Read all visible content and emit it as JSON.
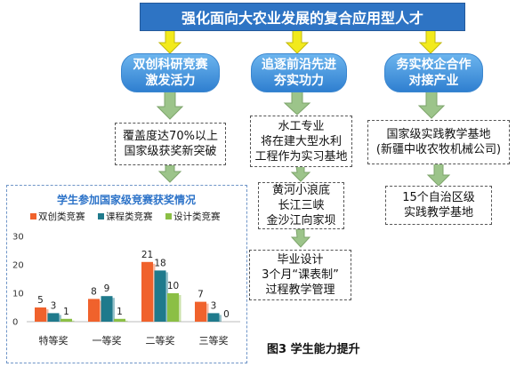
{
  "title": "强化面向大农业发展的复合应用型人才",
  "pillars": [
    {
      "line1": "双创科研竞赛",
      "line2": "激发活力"
    },
    {
      "line1": "追逐前沿先进",
      "line2": "夯实功力"
    },
    {
      "line1": "务实校企合作",
      "line2": "对接产业"
    }
  ],
  "left_box": {
    "line1": "覆盖度达70%以上",
    "line2": "国家级获奖新突破"
  },
  "middle_box1": {
    "line1": "水工专业",
    "line2": "将在建大型水利",
    "line3": "工程作为实习基地"
  },
  "middle_box2": {
    "line1": "黄河小浪底",
    "line2": "长江三峡",
    "line3": "金沙江向家坝"
  },
  "middle_box3": {
    "line1": "毕业设计",
    "line2": "3个月“课表制”",
    "line3": "过程教学管理"
  },
  "right_box1": {
    "line1": "国家级实践教学基地",
    "line2": "(新疆中收农牧机械公司)"
  },
  "right_box2": {
    "line1": "15个自治区级",
    "line2": "实践教学基地"
  },
  "caption": "图3 学生能力提升",
  "colors": {
    "banner": "#2e74c4",
    "pill_top": "#6cb5ee",
    "pill_bottom": "#2f7fd0",
    "arrow_yellow": "#f2ea1c",
    "arrow_green": "#9cc48a",
    "series": [
      "#f0622c",
      "#1f7a8c",
      "#8bbf45"
    ]
  },
  "chart_data": {
    "type": "bar",
    "title": "学生参加国家级竞赛获奖情况",
    "categories": [
      "特等奖",
      "一等奖",
      "二等奖",
      "三等奖"
    ],
    "series": [
      {
        "name": "双创类竞赛",
        "values": [
          5,
          8,
          21,
          7
        ]
      },
      {
        "name": "课程类竞赛",
        "values": [
          3,
          9,
          18,
          3
        ]
      },
      {
        "name": "设计类竞赛",
        "values": [
          1,
          1,
          10,
          0
        ]
      }
    ],
    "ylim": [
      0,
      30
    ],
    "yticks": [
      0,
      10,
      20,
      30
    ],
    "xlabel": "",
    "ylabel": "",
    "grid": false,
    "legend": "top"
  }
}
